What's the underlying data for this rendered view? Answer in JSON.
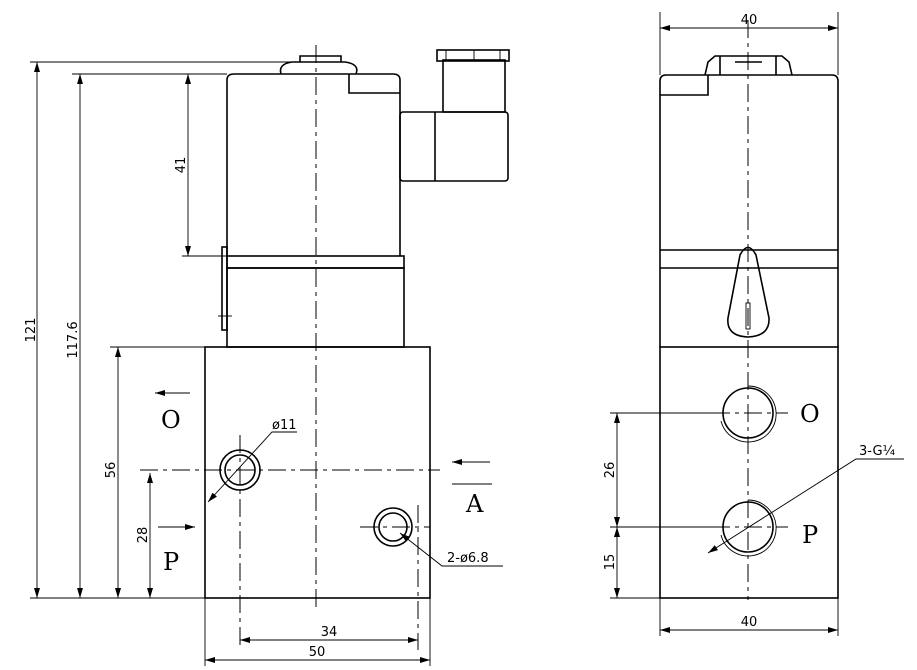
{
  "side_view": {
    "dims": {
      "overall_height": "121",
      "height_to_coil": "117.6",
      "coil_height": "41",
      "body_height": "56",
      "port_p_height": "28",
      "hole_spacing": "34",
      "body_width": "50"
    },
    "callouts": {
      "hole_large": "ø11",
      "hole_small": "2-ø6.8"
    },
    "ports": {
      "o": "O",
      "p": "P",
      "a": "A"
    }
  },
  "front_view": {
    "dims": {
      "top_width": "40",
      "bottom_width": "40",
      "port_spacing": "26",
      "port_p_height": "15"
    },
    "callouts": {
      "thread": "3-G¼"
    },
    "ports": {
      "o": "O",
      "p": "P"
    }
  }
}
